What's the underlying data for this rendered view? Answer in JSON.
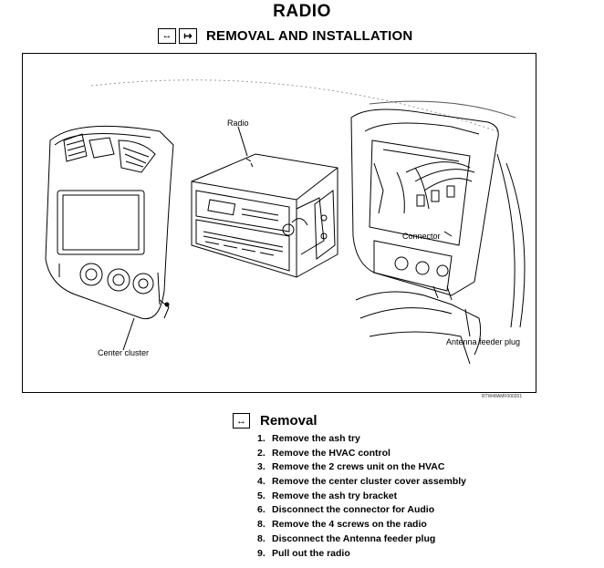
{
  "page": {
    "title": "RADIO",
    "subtitle_symbols": [
      "↔",
      "↦"
    ],
    "subtitle": "REMOVAL AND INSTALLATION"
  },
  "figure": {
    "callouts": {
      "radio": "Radio",
      "connector": "Connector",
      "center_cluster": "Center cluster",
      "antenna": "Antenna feeder plug"
    },
    "code": "RTW48AMF000201"
  },
  "removal": {
    "symbol": "↔",
    "heading": "Removal",
    "steps": [
      {
        "num": "1.",
        "text": "Remove the ash try"
      },
      {
        "num": "2.",
        "text": "Remove the HVAC control"
      },
      {
        "num": "3.",
        "text": "Remove the 2 crews unit on the HVAC"
      },
      {
        "num": "4.",
        "text": "Remove the center cluster cover assembly"
      },
      {
        "num": "5.",
        "text": "Remove the ash try bracket"
      },
      {
        "num": "6.",
        "text": "Disconnect the connector for Audio"
      },
      {
        "num": "8.",
        "text": "Remove the 4 screws on the radio"
      },
      {
        "num": "8.",
        "text": "Disconnect the Antenna feeder plug"
      },
      {
        "num": "9.",
        "text": "Pull out the radio"
      }
    ]
  }
}
